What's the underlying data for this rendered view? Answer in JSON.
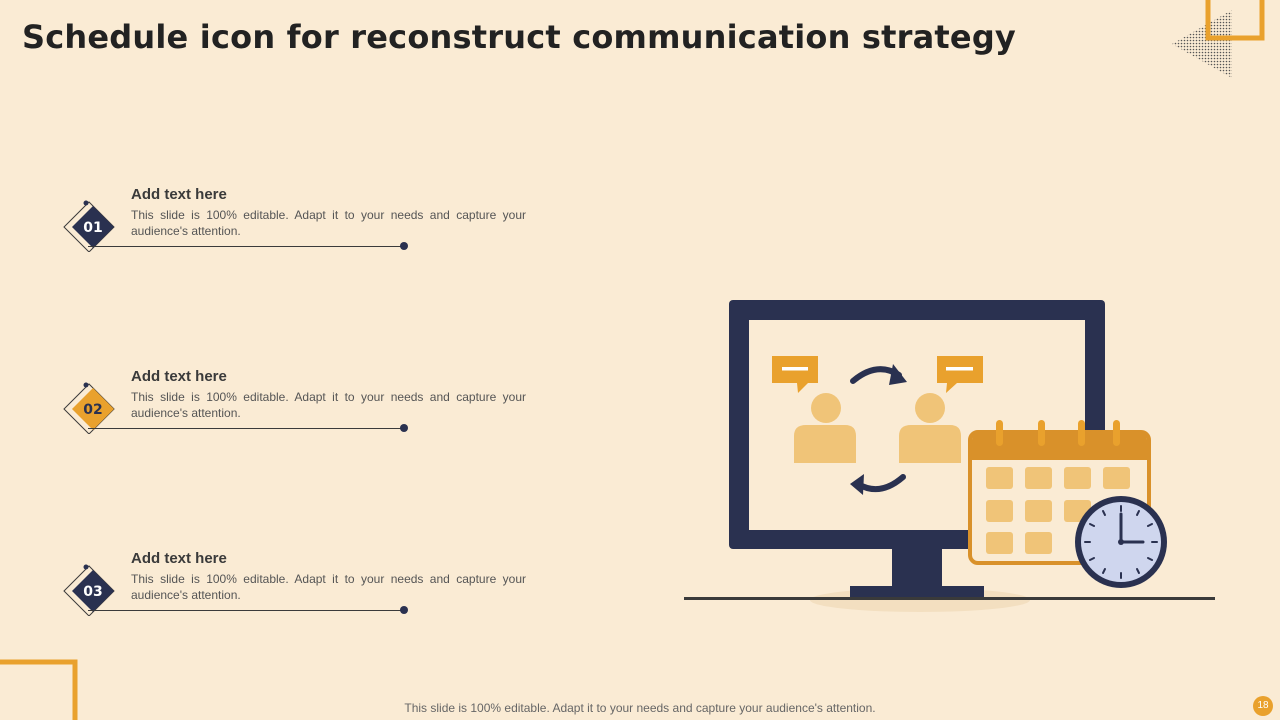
{
  "slide": {
    "title": "Schedule icon for reconstruct communication strategy",
    "items": [
      {
        "number": "01",
        "heading": "Add text here",
        "text": "This slide is 100% editable. Adapt it to your needs and capture your audience's attention.",
        "color": "#2A3150"
      },
      {
        "number": "02",
        "heading": "Add text here",
        "text": "This slide is 100% editable. Adapt it to your needs and capture your audience's attention.",
        "color": "#E9A12D"
      },
      {
        "number": "03",
        "heading": "Add text here",
        "text": "This slide is 100% editable. Adapt it to your needs and capture your audience's attention.",
        "color": "#2A3150"
      }
    ],
    "footer": "This slide is 100% editable. Adapt it to your needs and capture your audience's attention.",
    "page_number": "18"
  },
  "colors": {
    "navy": "#2A3150",
    "orange": "#E9A12D",
    "light_orange": "#F0C478",
    "background": "#FAEBD4",
    "clock_face": "#CFD6EE"
  },
  "icons": [
    "monitor-icon",
    "person-icon",
    "chat-bubble-icon",
    "sync-arrows-icon",
    "calendar-icon",
    "clock-icon"
  ]
}
